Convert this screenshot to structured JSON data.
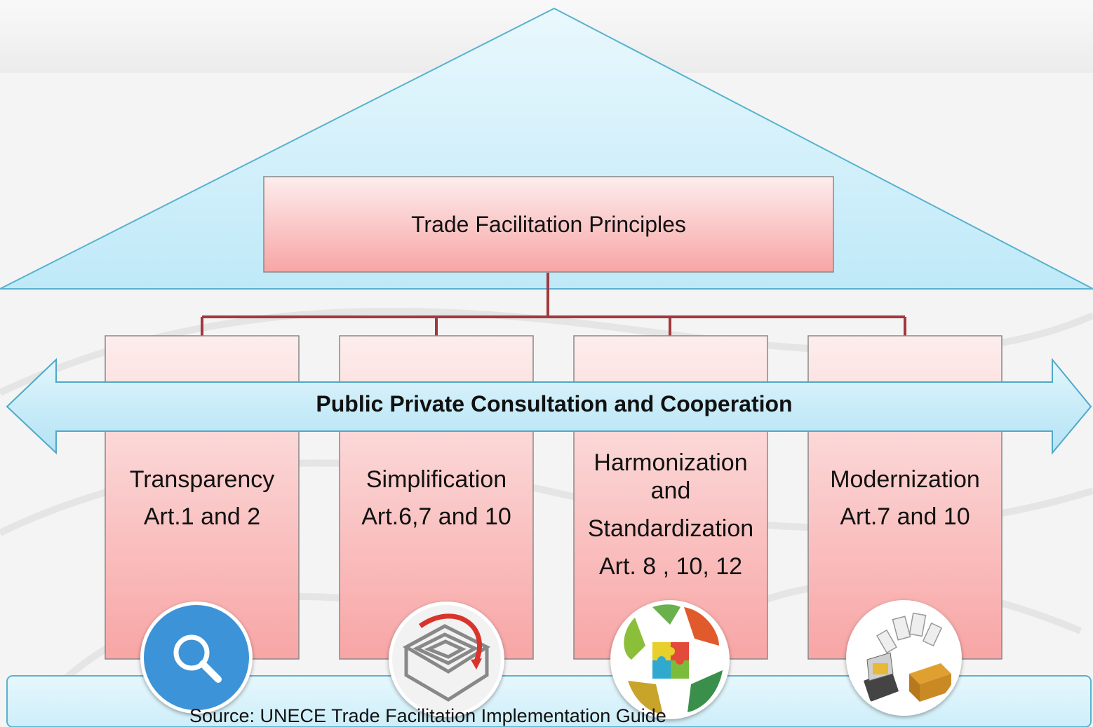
{
  "title": "Trade Facilitation Principles",
  "cross_cutting": "Public Private Consultation and Cooperation",
  "pillars": [
    {
      "name": "Transparency",
      "articles": "Art.1 and 2",
      "icon": "magnifier-icon"
    },
    {
      "name": "Simplification",
      "articles": "Art.6,7 and 10",
      "icon": "maze-icon"
    },
    {
      "name_line1": "Harmonization",
      "name_line2": "and",
      "name_line3": "Standardization",
      "articles": "Art. 8 , 10, 12",
      "icon": "puzzle-icon"
    },
    {
      "name": "Modernization",
      "articles": "Art.7 and 10",
      "icon": "computer-documents-icon"
    }
  ],
  "source": "Source: UNECE Trade Facilitation Implementation Guide",
  "colors": {
    "roof": "#cdeffa",
    "box_top": "#fdeaea",
    "box_bottom": "#f7a3a3",
    "connector": "#a0393e",
    "icon_blue": "#3c93d8"
  }
}
